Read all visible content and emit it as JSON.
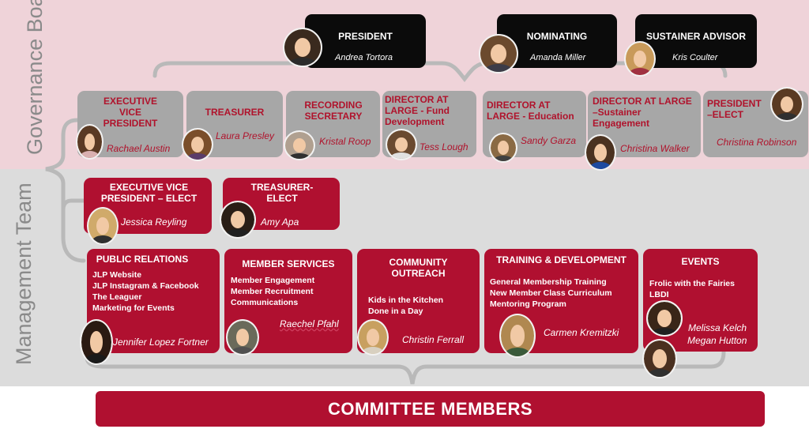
{
  "labels": {
    "governance": "Governance Board",
    "management": "Management Team"
  },
  "governance_top": [
    {
      "title": "PRESIDENT",
      "name": "Andrea Tortora"
    },
    {
      "title": "NOMINATING",
      "name": "Amanda Miller"
    },
    {
      "title": "SUSTAINER ADVISOR",
      "name": "Kris Coulter"
    }
  ],
  "governance_row": [
    {
      "title": "EXECUTIVE VICE PRESIDENT",
      "name": "Rachael Austin"
    },
    {
      "title": "TREASURER",
      "name": "Laura Presley"
    },
    {
      "title": "RECORDING SECRETARY",
      "name": "Kristal Roop"
    },
    {
      "title": "DIRECTOR AT LARGE - Fund Development",
      "name": "Tess Lough"
    },
    {
      "title": "DIRECTOR AT LARGE - Education",
      "name": "Sandy Garza"
    },
    {
      "title": "DIRECTOR AT LARGE –Sustainer Engagement",
      "name": "Christina Walker"
    },
    {
      "title": "PRESIDENT –ELECT",
      "name": "Christina Robinson"
    }
  ],
  "management_elect": [
    {
      "title": "EXECUTIVE VICE PRESIDENT – ELECT",
      "name": "Jessica Reyling"
    },
    {
      "title": "TREASURER-ELECT",
      "name": "Amy Apa"
    }
  ],
  "management_committees": [
    {
      "title": "PUBLIC RELATIONS",
      "items": [
        "JLP Website",
        "JLP Instagram & Facebook",
        "The Leaguer",
        "Marketing for Events"
      ],
      "name": "Jennifer Lopez Fortner"
    },
    {
      "title": "MEMBER SERVICES",
      "items": [
        "Member Engagement",
        "Member Recruitment",
        "Communications"
      ],
      "name": "Raechel Pfahl"
    },
    {
      "title": "COMMUNITY OUTREACH",
      "items": [
        "Kids in the Kitchen",
        "Done in a Day"
      ],
      "name": "Christin Ferrall"
    },
    {
      "title": "TRAINING & DEVELOPMENT",
      "items": [
        "General Membership Training",
        "New Member Class Curriculum",
        "Mentoring Program"
      ],
      "name": "Carmen Kremitzki"
    },
    {
      "title": "EVENTS",
      "items": [
        "Frolic with the Fairies",
        "LBDI"
      ],
      "names": [
        "Melissa Kelch",
        "Megan Hutton"
      ]
    }
  ],
  "footer": "COMMITTEE MEMBERS",
  "colors": {
    "crimson": "#b01030",
    "black_box": "#0b0b0b",
    "grey_box": "#a7a7a7",
    "governance_band": "#efd3d9",
    "management_band": "#dcdcdc"
  }
}
